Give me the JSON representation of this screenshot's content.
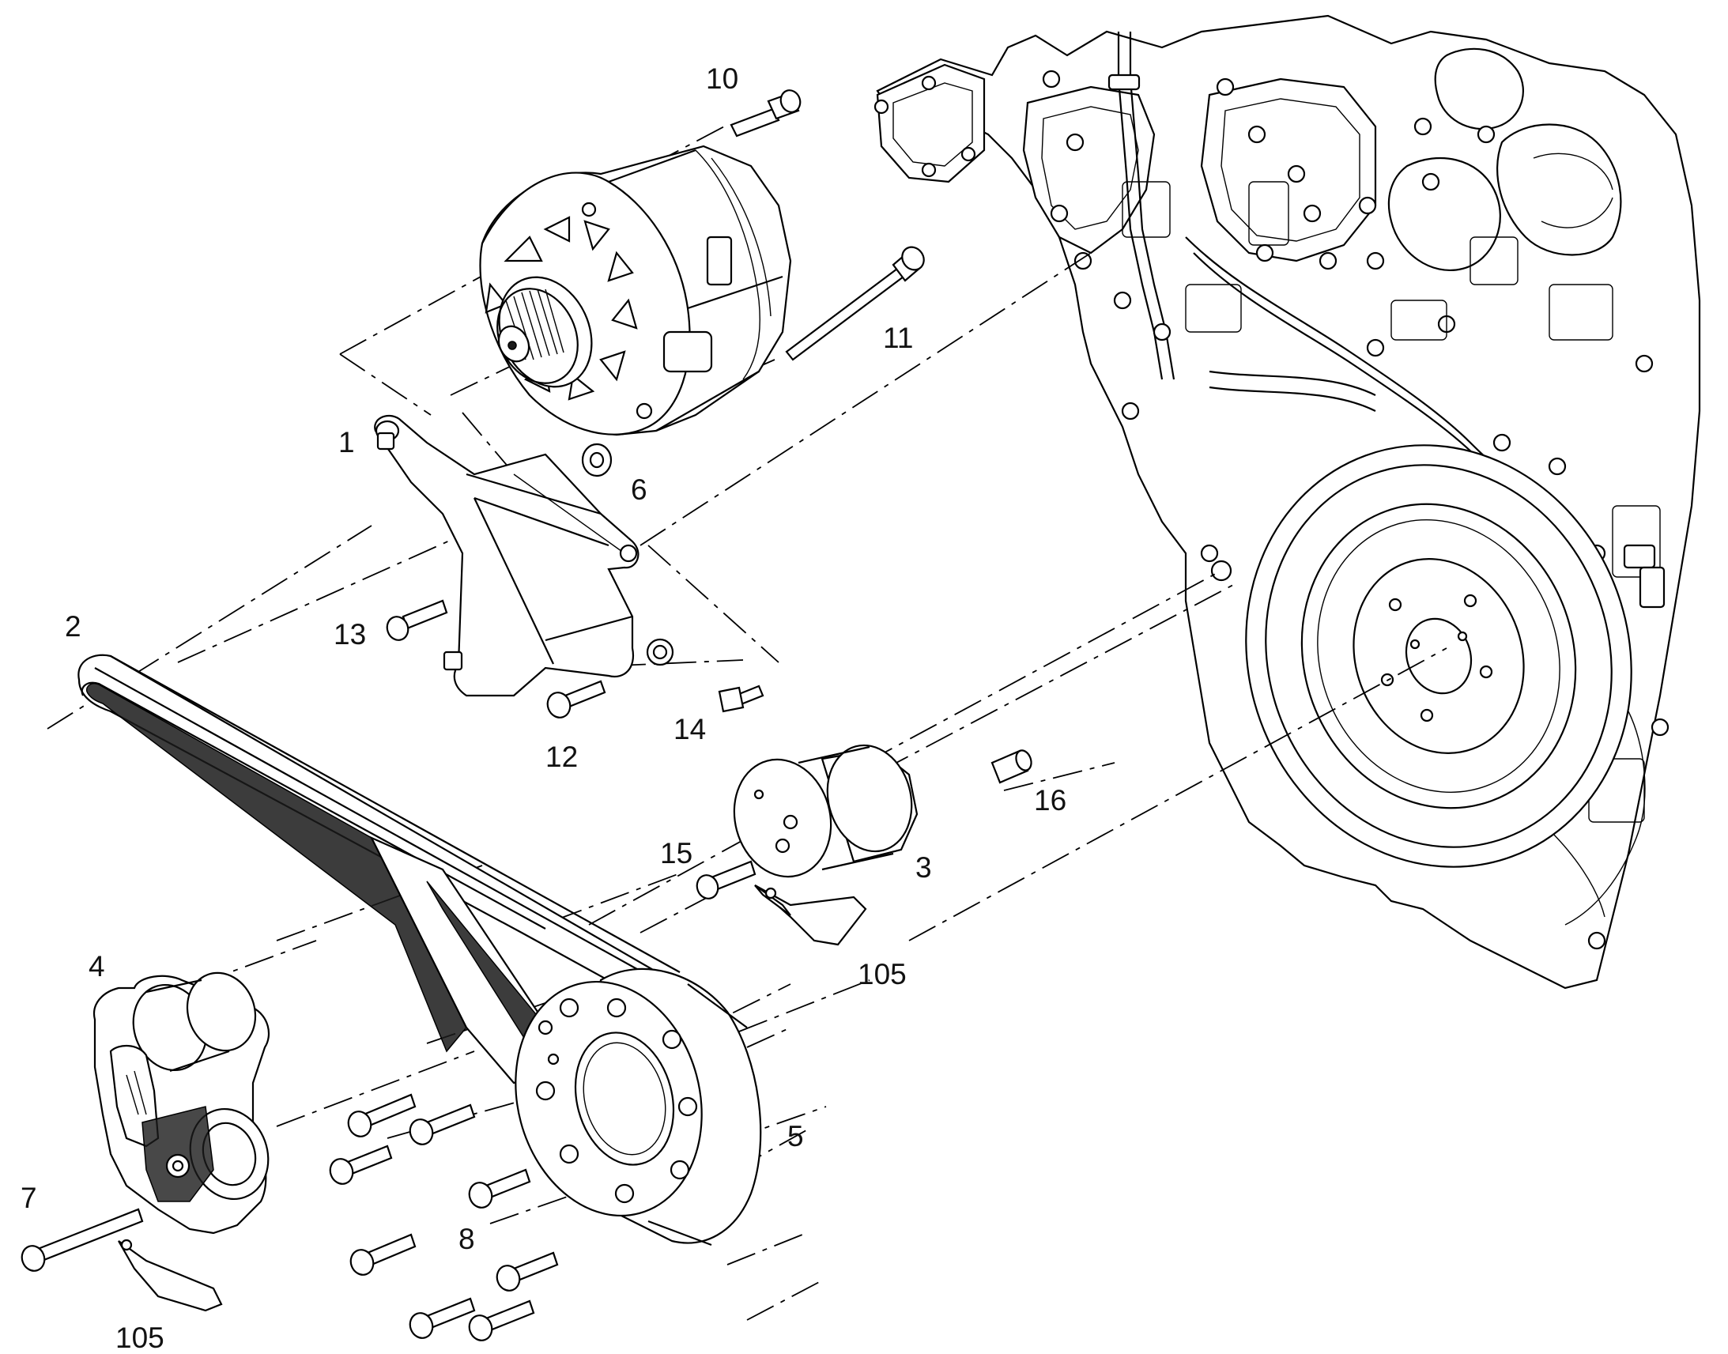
{
  "callouts": {
    "c1": "1",
    "c2": "2",
    "c3": "3",
    "c4": "4",
    "c5": "5",
    "c6": "6",
    "c7": "7",
    "c8": "8",
    "c10": "10",
    "c11": "11",
    "c12": "12",
    "c13": "13",
    "c14": "14",
    "c15": "15",
    "c16": "16",
    "c105a": "105",
    "c105b": "105"
  }
}
